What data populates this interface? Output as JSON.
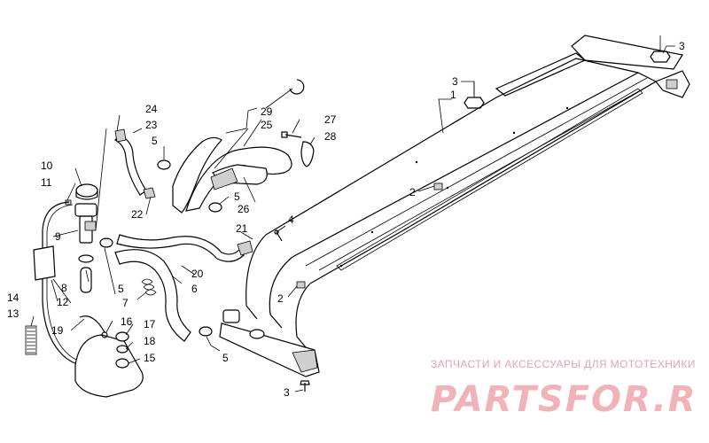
{
  "callouts": [
    {
      "id": "c1",
      "text": "1"
    },
    {
      "id": "c2a",
      "text": "2"
    },
    {
      "id": "c2b",
      "text": "2"
    },
    {
      "id": "c3a",
      "text": "3"
    },
    {
      "id": "c3b",
      "text": "3"
    },
    {
      "id": "c3c",
      "text": "3"
    },
    {
      "id": "c4",
      "text": "4"
    },
    {
      "id": "c5a",
      "text": "5"
    },
    {
      "id": "c5b",
      "text": "5"
    },
    {
      "id": "c5c",
      "text": "5"
    },
    {
      "id": "c5d",
      "text": "5"
    },
    {
      "id": "c6",
      "text": "6"
    },
    {
      "id": "c7",
      "text": "7"
    },
    {
      "id": "c8",
      "text": "8"
    },
    {
      "id": "c9",
      "text": "9"
    },
    {
      "id": "c10",
      "text": "10"
    },
    {
      "id": "c11",
      "text": "11"
    },
    {
      "id": "c12",
      "text": "12"
    },
    {
      "id": "c13",
      "text": "13"
    },
    {
      "id": "c14",
      "text": "14"
    },
    {
      "id": "c15",
      "text": "15"
    },
    {
      "id": "c16",
      "text": "16"
    },
    {
      "id": "c17",
      "text": "17"
    },
    {
      "id": "c18",
      "text": "18"
    },
    {
      "id": "c19",
      "text": "19"
    },
    {
      "id": "c20",
      "text": "20"
    },
    {
      "id": "c21",
      "text": "21"
    },
    {
      "id": "c22",
      "text": "22"
    },
    {
      "id": "c23",
      "text": "23"
    },
    {
      "id": "c24",
      "text": "24"
    },
    {
      "id": "c25",
      "text": "25"
    },
    {
      "id": "c26",
      "text": "26"
    },
    {
      "id": "c27",
      "text": "27"
    },
    {
      "id": "c28",
      "text": "28"
    },
    {
      "id": "c29",
      "text": "29"
    }
  ],
  "watermark": {
    "tagline": "ЗАПЧАСТИ И АКСЕССУАРЫ ДЛЯ МОТОТЕХНИКИ",
    "logo_text": "partsfor.ru",
    "color": "#e05563"
  }
}
